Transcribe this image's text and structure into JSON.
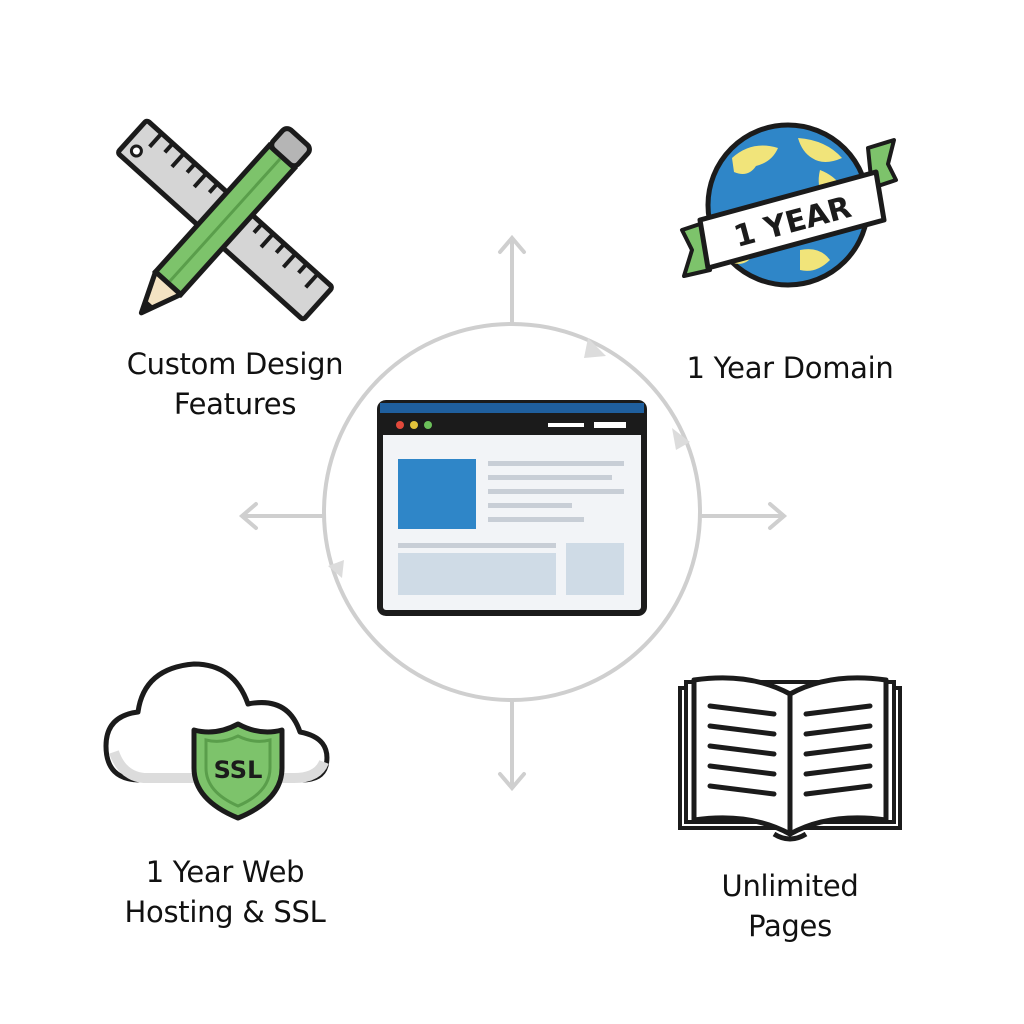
{
  "hub": {
    "title": "",
    "items": [
      {
        "id": "custom-design",
        "lines": [
          "Custom Design",
          "Features"
        ],
        "icon": "ruler-pencil-icon"
      },
      {
        "id": "domain",
        "lines": [
          "1 Year Domain"
        ],
        "icon": "globe-icon",
        "badge": "1 YEAR"
      },
      {
        "id": "hosting",
        "lines": [
          "1 Year Web",
          "Hosting & SSL"
        ],
        "icon": "cloud-shield-icon",
        "badge": "SSL"
      },
      {
        "id": "pages",
        "lines": [
          "Unlimited",
          "Pages"
        ],
        "icon": "open-book-icon"
      }
    ],
    "center_icon": "browser-window-icon"
  },
  "colors": {
    "accent_green": "#7dc36b",
    "accent_blue": "#2f86c8",
    "land_yellow": "#f1e47a",
    "outline": "#1b1b1b",
    "connector_gray": "#cfcfcf",
    "browser_bar": "#1f5f9e"
  }
}
